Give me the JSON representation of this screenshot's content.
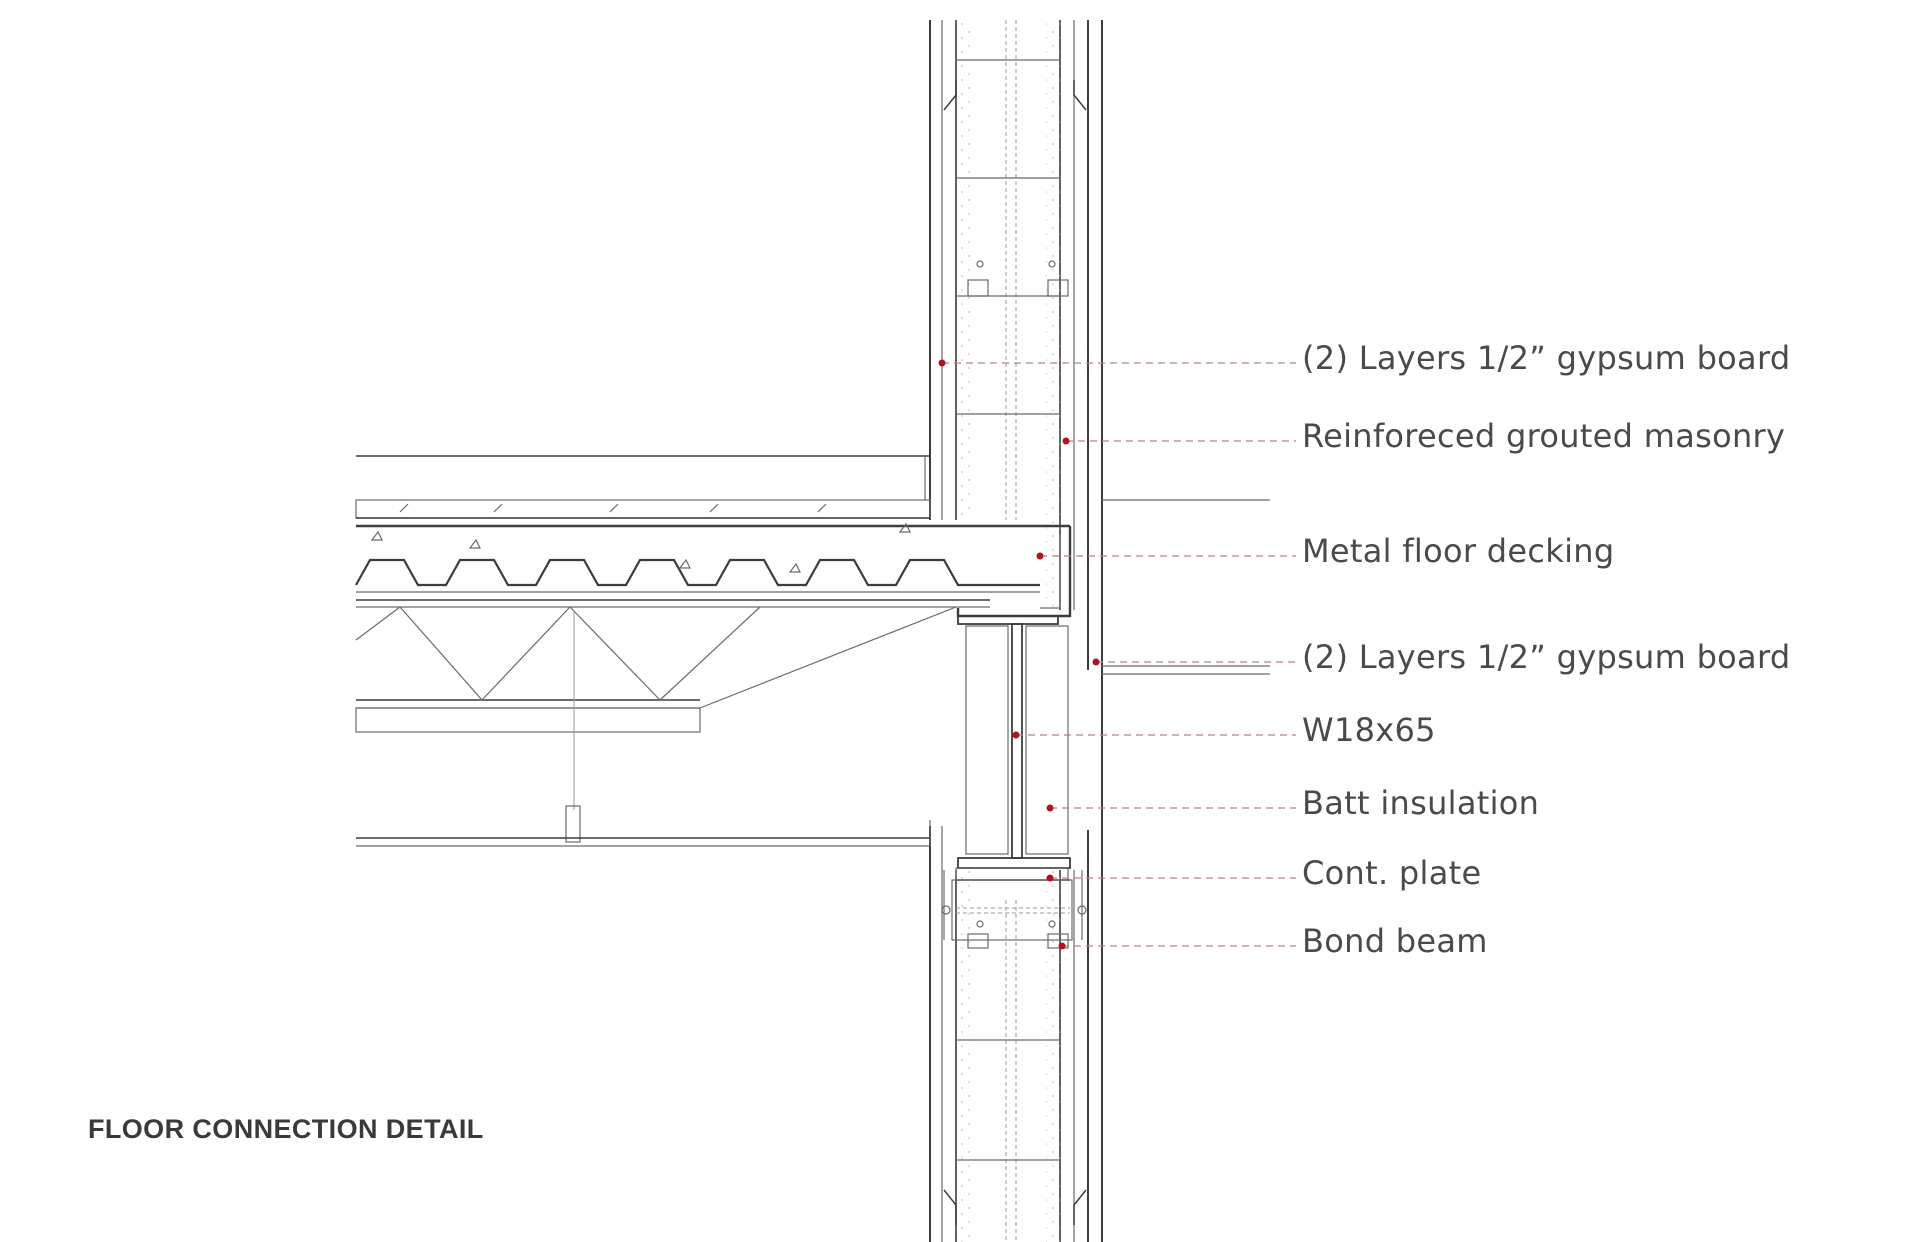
{
  "title": "FLOOR CONNECTION DETAIL",
  "colors": {
    "linework": "#3c3c3c",
    "leader": "#b0848a",
    "callout_dot": "#b0121f",
    "text": "#4a4a4a"
  },
  "callouts": [
    {
      "text": "(2) Layers 1/2” gypsum board"
    },
    {
      "text": "Reinforeced grouted masonry"
    },
    {
      "text": "Metal floor decking"
    },
    {
      "text": "(2) Layers 1/2” gypsum board"
    },
    {
      "text": "W18x65"
    },
    {
      "text": "Batt insulation"
    },
    {
      "text": "Cont. plate"
    },
    {
      "text": "Bond beam"
    }
  ]
}
